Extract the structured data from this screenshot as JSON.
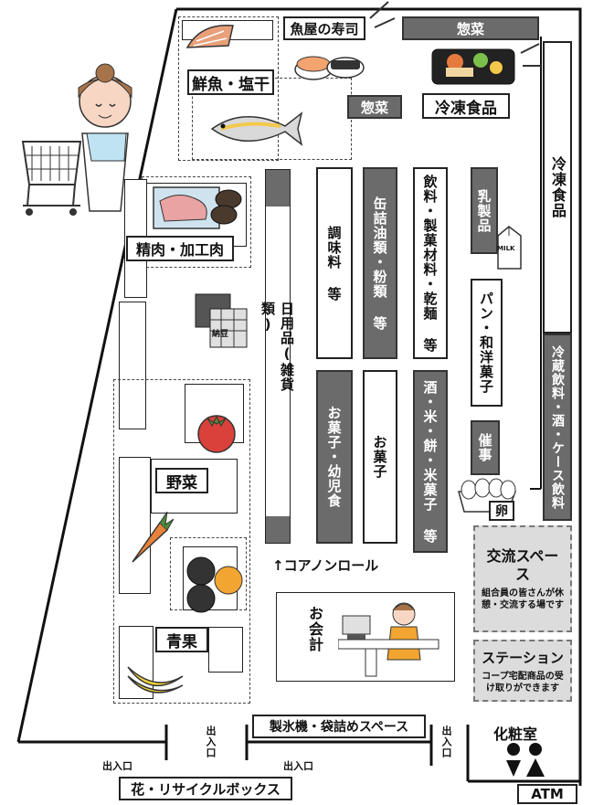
{
  "sections": {
    "sashimi_sushi": "魚屋の寿司",
    "sozai_top": "惣菜",
    "fish": "鮮魚・塩干",
    "sozai_mid": "惣菜",
    "frozen_label": "冷凍食品",
    "meat": "精肉・加工肉",
    "frozen_right": "冷凍食品",
    "daily_goods": "日用品(雑貨類)",
    "seasoning": "調味料 等",
    "canned": "缶詰油類・粉類 等",
    "drinks": "飲料・製菓材料・乾麺 等",
    "dairy": "乳製品",
    "bread": "パン・和洋菓子",
    "refrigerated": "冷蔵飲料・酒・ケース飲料",
    "event": "催事",
    "eggs": "卵",
    "kids_snacks": "お菓子・幼児食",
    "snacks": "お菓子",
    "rice": "酒・米・餅・米菓子 等",
    "vegetables": "野菜",
    "fruits": "青果",
    "checkout": "お会計",
    "core_non_roll": "↑コアノンロール",
    "exchange_title": "交流スペース",
    "exchange_desc": "組合員の皆さんが休憩・交流する場です",
    "station_title": "ステーション",
    "station_desc": "コープ宅配商品の受け取りができます",
    "ice_bag": "製氷機・袋詰めスペース",
    "restroom": "化粧室",
    "atm": "ATM",
    "entrance_a": "出入口",
    "entrance_b": "出入口",
    "entrance_c": "出入口",
    "entrance_d": "出入口",
    "flower": "花・リサイクルボックス",
    "natto_label": "納豆",
    "milk_label": "MILK"
  },
  "colors": {
    "gray_shelf": "#6b6b6b",
    "light_box": "#dcdcdc",
    "outline": "#222222"
  },
  "icons": [
    "shopper-icon",
    "cart-icon",
    "salmon-icon",
    "sushi-icon",
    "bento-icon",
    "fish-icon",
    "meat-icon",
    "natto-icon",
    "milk-icon",
    "egg-carton-icon",
    "tomato-icon",
    "carrot-icon",
    "apple-icon",
    "banana-icon",
    "cashier-icon",
    "restroom-icon"
  ]
}
